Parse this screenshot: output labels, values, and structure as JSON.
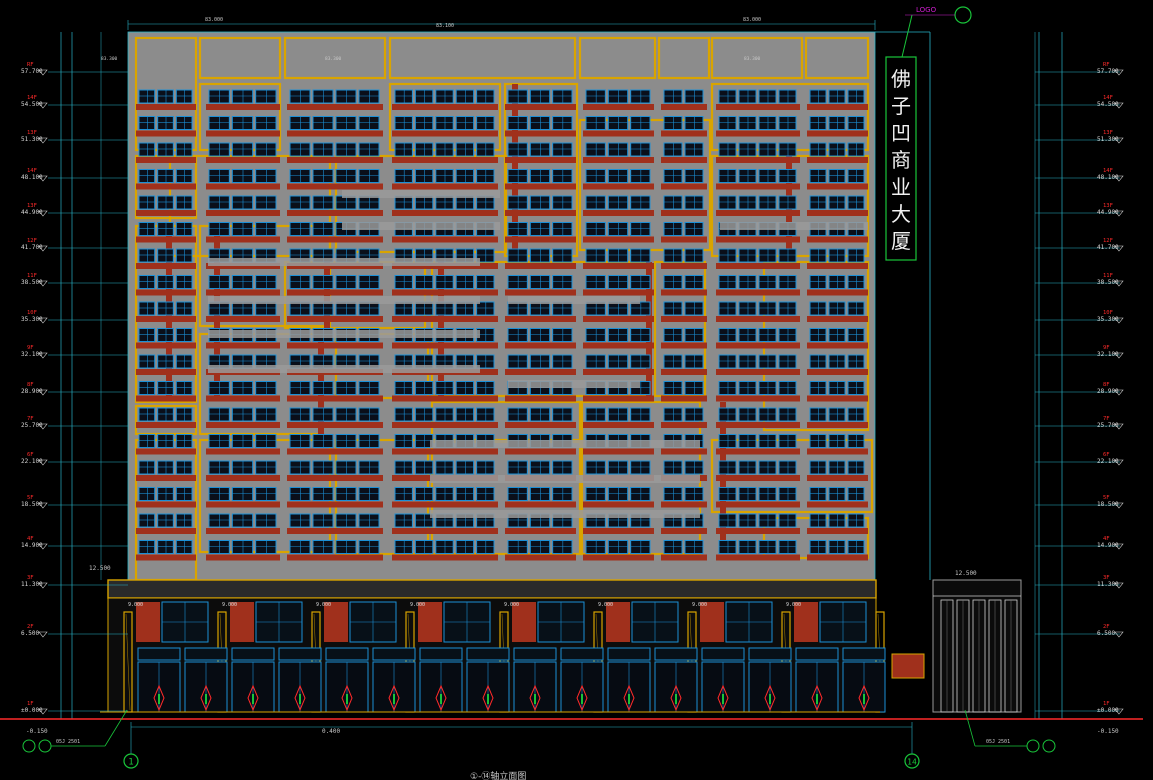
{
  "drawing": {
    "sign_text": [
      "佛",
      "子",
      "凹",
      "商",
      "业",
      "大",
      "厦"
    ],
    "top_dims": [
      "83.000",
      "83.100",
      "83.000"
    ],
    "top_label": "LOGO",
    "roof_labels": [
      "83.300",
      "83.300",
      "83.300"
    ],
    "caption": "①-⑭轴立面图",
    "axis_left": "1",
    "axis_right": "14",
    "podium_level": "12.500",
    "bottom_dim": "0.400",
    "ground_left": "-0.150",
    "ground_right": "-0.150",
    "ref_left": "05J 2501",
    "ref_right": "05J 2501",
    "bay_labels": [
      "9.000",
      "9.000",
      "9.000",
      "9.000",
      "9.000",
      "9.000",
      "9.000",
      "9.000"
    ]
  },
  "levels_left": [
    {
      "floor": "RF",
      "elev": "57.700"
    },
    {
      "floor": "14F",
      "elev": "54.500"
    },
    {
      "floor": "13F",
      "elev": "51.300"
    },
    {
      "floor": "14F",
      "elev": "48.100"
    },
    {
      "floor": "13F",
      "elev": "44.900"
    },
    {
      "floor": "12F",
      "elev": "41.700"
    },
    {
      "floor": "11F",
      "elev": "38.500"
    },
    {
      "floor": "10F",
      "elev": "35.300"
    },
    {
      "floor": "9F",
      "elev": "32.100"
    },
    {
      "floor": "8F",
      "elev": "28.900"
    },
    {
      "floor": "7F",
      "elev": "25.700"
    },
    {
      "floor": "6F",
      "elev": "22.100"
    },
    {
      "floor": "5F",
      "elev": "18.500"
    },
    {
      "floor": "4F",
      "elev": "14.900"
    },
    {
      "floor": "3F",
      "elev": "11.300"
    },
    {
      "floor": "2F",
      "elev": "6.500"
    },
    {
      "floor": "1F",
      "elev": "±0.000"
    }
  ],
  "levels_right": [
    {
      "floor": "RF",
      "elev": "57.700"
    },
    {
      "floor": "14F",
      "elev": "54.500"
    },
    {
      "floor": "13F",
      "elev": "51.300"
    },
    {
      "floor": "14F",
      "elev": "48.100"
    },
    {
      "floor": "13F",
      "elev": "44.900"
    },
    {
      "floor": "12F",
      "elev": "41.700"
    },
    {
      "floor": "11F",
      "elev": "38.500"
    },
    {
      "floor": "10F",
      "elev": "35.300"
    },
    {
      "floor": "9F",
      "elev": "32.100"
    },
    {
      "floor": "8F",
      "elev": "28.900"
    },
    {
      "floor": "7F",
      "elev": "25.700"
    },
    {
      "floor": "6F",
      "elev": "22.100"
    },
    {
      "floor": "5F",
      "elev": "18.500"
    },
    {
      "floor": "4F",
      "elev": "14.900"
    },
    {
      "floor": "3F",
      "elev": "11.300"
    },
    {
      "floor": "2F",
      "elev": "6.500"
    },
    {
      "floor": "1F",
      "elev": "±0.000"
    }
  ],
  "colors": {
    "bg": "#000000",
    "wall": "#8c8c8c",
    "frame": "#d9a400",
    "brick": "#a0301c",
    "glass": "#1b8fd6",
    "dim": "#27b3c8",
    "mark": "#ff2a2a",
    "green": "#19c43a",
    "magenta": "#d21ed2"
  }
}
